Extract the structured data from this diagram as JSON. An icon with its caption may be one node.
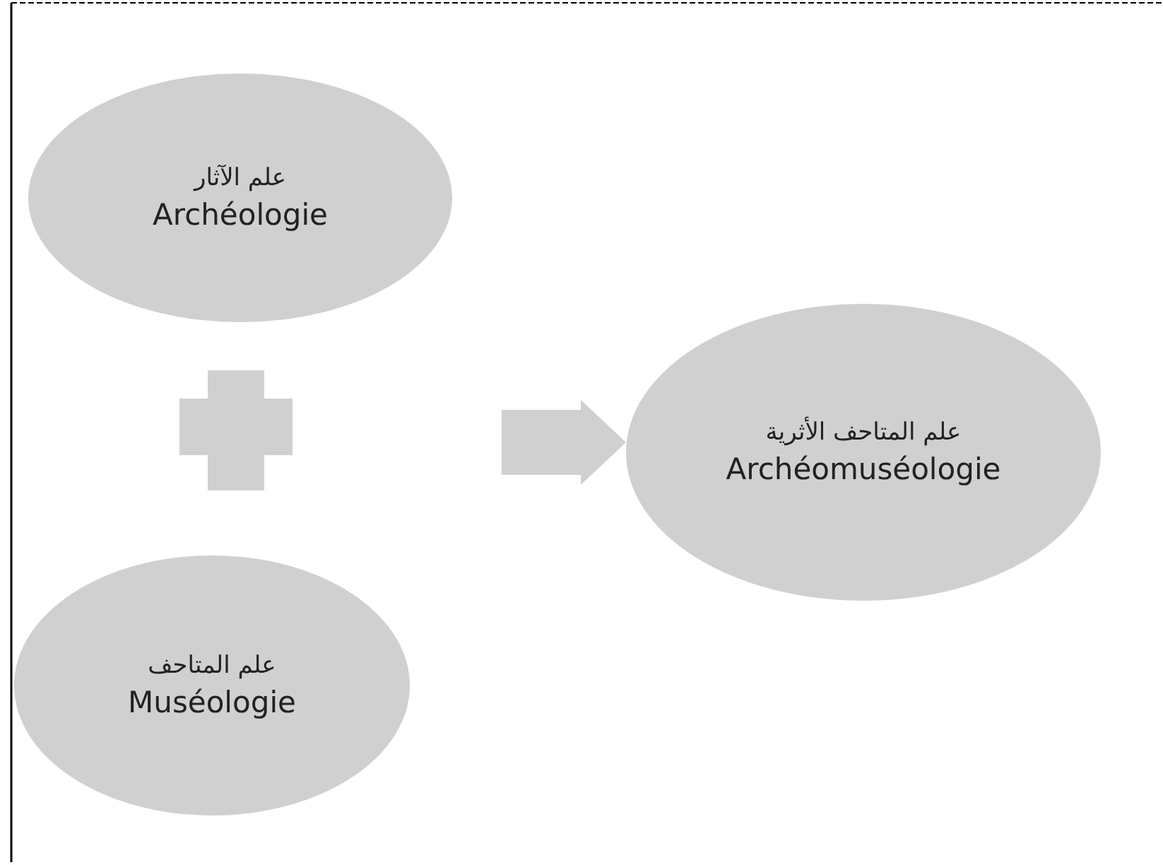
{
  "diagram": {
    "nodes": [
      {
        "text": [
          "علم الآثار",
          "Archéologie"
        ]
      },
      {
        "text": [
          "علم المتاحف",
          "Muséologie"
        ]
      },
      {
        "text": [
          "علم المتاحف الأثرية",
          "Archéomuséologie"
        ]
      }
    ],
    "edges": [
      {
        "from": null,
        "to": 2,
        "arrow": "to"
      }
    ]
  }
}
